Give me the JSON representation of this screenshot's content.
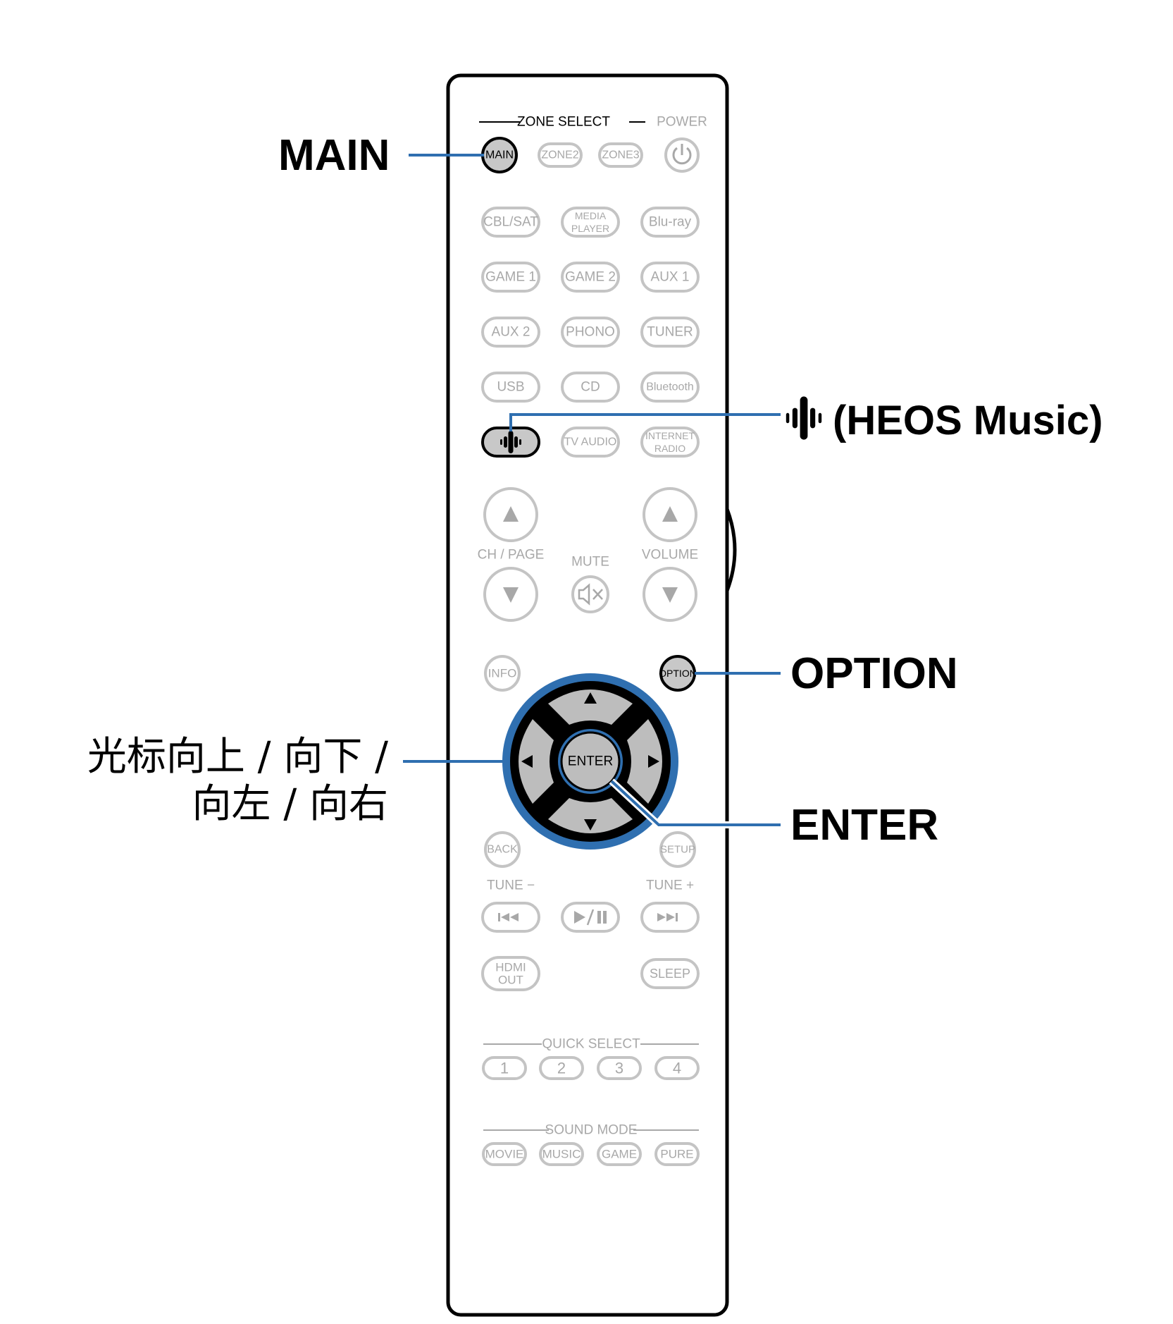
{
  "remote": {
    "zone_select": {
      "title": "ZONE SELECT",
      "power_label": "POWER",
      "buttons": [
        "MAIN",
        "ZONE2",
        "ZONE3"
      ],
      "power_icon": "power-icon"
    },
    "source_rows": [
      [
        "CBL/SAT",
        "MEDIA PLAYER",
        "Blu-ray"
      ],
      [
        "GAME 1",
        "GAME 2",
        "AUX 1"
      ],
      [
        "AUX 2",
        "PHONO",
        "TUNER"
      ],
      [
        "USB",
        "CD",
        "Bluetooth"
      ],
      [
        "",
        "TV AUDIO",
        "INTERNET RADIO"
      ]
    ],
    "heos_icon": "heos-icon",
    "ch_page_label": "CH / PAGE",
    "mute_label": "MUTE",
    "volume_label": "VOLUME",
    "info_label": "INFO",
    "option_label": "OPTION",
    "enter_label": "ENTER",
    "back_label": "BACK",
    "setup_label": "SETUP",
    "tune_minus_label": "TUNE −",
    "tune_plus_label": "TUNE +",
    "transport_icons": [
      "previous-icon",
      "play-pause-icon",
      "next-icon"
    ],
    "hdmi_out_label": "HDMI OUT",
    "sleep_label": "SLEEP",
    "quick_select": {
      "title": "QUICK SELECT",
      "buttons": [
        "1",
        "2",
        "3",
        "4"
      ]
    },
    "sound_mode": {
      "title": "SOUND MODE",
      "buttons": [
        "MOVIE",
        "MUSIC",
        "GAME",
        "PURE"
      ]
    }
  },
  "callouts": {
    "main": "MAIN",
    "heos": "(HEOS Music)",
    "option": "OPTION",
    "enter": "ENTER",
    "cursor_line1": "光标向上 / 向下 /",
    "cursor_line2": "向左 / 向右"
  },
  "colors": {
    "callout_line": "#2f6fb0",
    "highlight_fill": "#c8c8c8",
    "inactive_outline": "#c4c4c4",
    "inactive_text": "#a8a8a8",
    "cursor_ring": "#2f6fb0",
    "body_outline": "#000000"
  }
}
